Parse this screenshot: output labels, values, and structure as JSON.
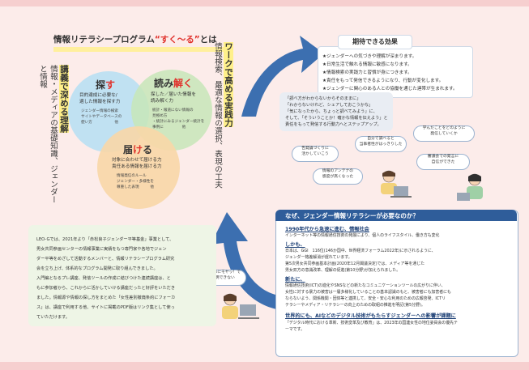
{
  "title": {
    "pre": "情報リテラシープログラム",
    "highlight": "“すく〜る”",
    "post": "とは"
  },
  "left_vertical": {
    "heading": "講義で深める理解",
    "body": "情報・メディアの基礎知識、ジェンダーと情報"
  },
  "middle_vertical": {
    "heading": "ワークで高める実践力",
    "body": "情報検索、最適な情報の選択、表現の工夫"
  },
  "circles": {
    "sagasu": {
      "title_pre": "探",
      "title_red": "す",
      "lines": [
        "目的達成に必要な/",
        "適した情報を探す力"
      ],
      "small": [
        "ジェンダー情報の検索",
        "サイトやデータベースの",
        "使い方　　　　　　他"
      ]
    },
    "yomitoku": {
      "title_pre": "読み",
      "title_red": "解く",
      "lines": [
        "探した／届いた情報を",
        "読み解く力"
      ],
      "small": [
        "統計・報道にない情報の",
        "見極め方",
        "・統計にみるジェンダー統計を",
        "事例に　　　　　他"
      ]
    },
    "todokeru": {
      "title_pre": "届",
      "title_red": "け",
      "title_post": "る",
      "lines": [
        "対象に合わせて届ける力",
        "責任ある情報を届ける力"
      ],
      "small": [
        "情報発信のルール",
        "ジェンダー・多様性を",
        "尊重した表現　　　他"
      ]
    }
  },
  "effects": {
    "title": "期待できる効果",
    "items": [
      "★ジェンダーへの気づきや理解が深まります。",
      "★日常生活で触れる情報に敏感になります。",
      "★情報検索の実践力と習慣が身につきます。",
      "★責任をもって発信できるようになり、行動が変化します。",
      "★ジェンダーに関心のある人との協働を通じた連帯が生まれます。"
    ]
  },
  "quote": {
    "lines": [
      "「調べ方がわからないからそのままに」",
      "「わからないけれど、シェアしておこうかな」",
      "「気になったから、ちょっと調べてみよう」に、",
      "そして、「そういうことか！確かな情報を伝えよう」と",
      "責任をもって発信する行動力へとステップアップ。"
    ]
  },
  "bubbles": {
    "b1": "自分で調べると\n当事者性がはっきりした",
    "b2": "学んだことをどのように\n発信していくか",
    "b3": "告発論づくりに\n活かしていこう",
    "b4": "審議会での発言に\n自信ができた",
    "b5": "情報のアンテナの\n感度が高くなった",
    "b6": "この記事にモヤッ！で\nも説明できない"
  },
  "why": {
    "title": "なぜ、ジェンダー情報リテラシーが必要なのか？",
    "h1": "1990年代から急速に進む、情報社会",
    "p1": [
      "インターネット等の情報通信技術の発展により、個人のライフスタイル、働き方も変化"
    ],
    "h2": "しかも、",
    "p2": [
      "日本は、GGI　116位(146か国中、世界経済フォーラム2022年)に示されるように、",
      "ジェンダー格差解消が遅れています。",
      "第5次男女共同参画基本計画(2020年12月閣議決定)では、メディア等を通じた",
      "男女双方の意識改革、理解の促進(第10分野)が加えられました。"
    ],
    "h3": "新たに、",
    "p3": [
      "情報通信技術(ICT)の進化やSNSなどの新たなコミュニケーションツールの広がりに伴い、",
      "女性に対する暴力の被害は一層多様化していることの基本認識のもと、被害者にも加害者にも",
      "ならないよう、関係機関・団体等と連携して、安全・安心な利用のための広報啓発、ICTリ",
      "テラシーやメディア・リテラシーの向上のための取組の推進を明記(第5分野)。"
    ],
    "h4": "世界的にも、AIなどのデジタル技術がもたらすジェンダーへの影響が課題に",
    "p4": [
      "「デジタル時代における革新、技術変革及び教育」は、2023年の国連女性の地位委員会の優先テ",
      "ーマです。"
    ]
  },
  "leo": {
    "lines": [
      "LEO-Gでは、2021年より「赤松良子ジェンダー平等基金」事業として、",
      "男女共同参画センターの情報事業に実績をもつ専門家や各地でジェン",
      "ダー平等をめざして活動するメンバーと、情報リテラシープログラム研究",
      "会を立ち上げ、体系的なプログラム開発に取り組んできました。",
      "入門編となるプレ講座、発信ツールの作成に結びつけた連続講座は、と",
      "もに参加者から、これからに活かしていける講座だったと好評をいただき",
      "ました。情報源や情報の探し方をまとめた「女性差別撤廃条約にフォーカ",
      "ス」は、講座で利用する他、サイトに掲載のPDF版はリンク集として使っ",
      "ていただけます。"
    ]
  },
  "colors": {
    "accent_red": "#e0312b",
    "navy": "#2f5d9a",
    "highlight": "#fff08a"
  }
}
